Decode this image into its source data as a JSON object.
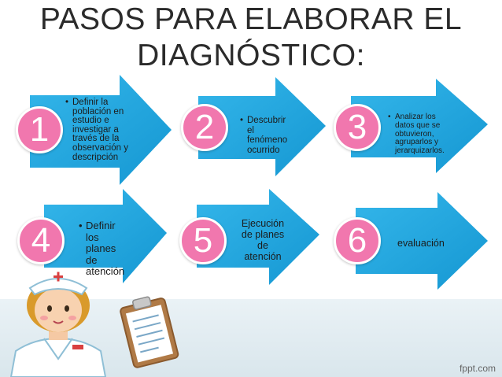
{
  "title": {
    "line1": "PASOS PARA ELABORAR EL",
    "line2": "DIAGNÓSTICO:"
  },
  "steps": [
    {
      "number": "1",
      "text": "Definir la\npoblación en\nestudio e\ninvestigar a\ntravés de la\nobservación y\ndescripción"
    },
    {
      "number": "2",
      "text": "Descubrir\nel\nfenómeno\nocurrido"
    },
    {
      "number": "3",
      "text": "Analizar los\ndatos que se\nobtuvieron,\nagruparlos y\njerarquizarlos."
    },
    {
      "number": "4",
      "text": "Definir\nlos\nplanes\nde\natención"
    },
    {
      "number": "5",
      "text": "Ejecución\nde planes\nde\natención"
    },
    {
      "number": "6",
      "text": "evaluación"
    }
  ],
  "colors": {
    "arrow": "#1aa8e3",
    "arrow_dark": "#1090c9",
    "badge": "#f177ae"
  },
  "watermark": "fppt.com"
}
